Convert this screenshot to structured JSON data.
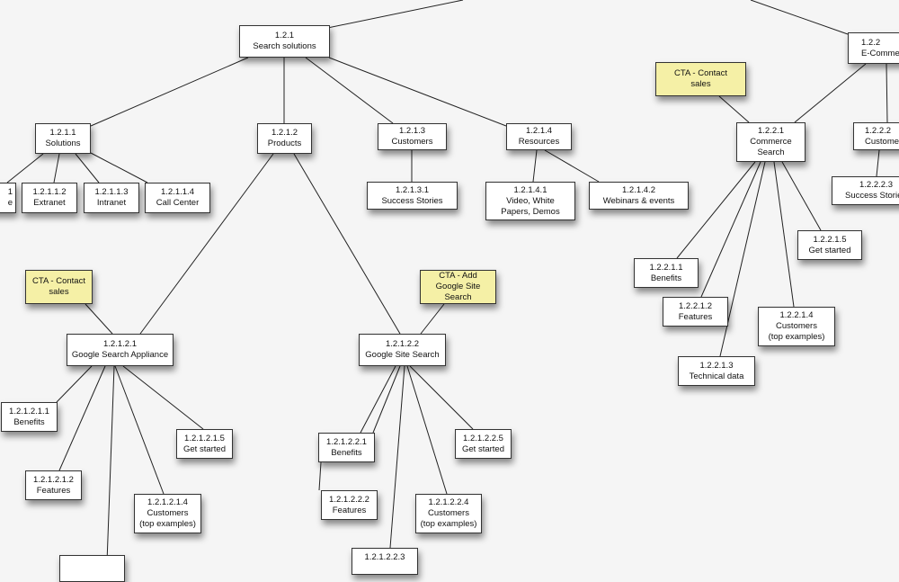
{
  "colors": {
    "background": "#f5f5f5",
    "node": "#ffffff",
    "cta": "#f5f0a6",
    "line": "#222222"
  },
  "nodes": {
    "n121": {
      "id": "1.2.1",
      "label": "Search solutions"
    },
    "n122": {
      "id": "1.2.2",
      "label": "E-Commerce"
    },
    "n1211": {
      "id": "1.2.1.1",
      "label": "Solutions"
    },
    "n12111": {
      "id": "1",
      "label": "e"
    },
    "n12112": {
      "id": "1.2.1.1.2",
      "label": "Extranet"
    },
    "n12113": {
      "id": "1.2.1.1.3",
      "label": "Intranet"
    },
    "n12114": {
      "id": "1.2.1.1.4",
      "label": "Call Center"
    },
    "n1212": {
      "id": "1.2.1.2",
      "label": "Products"
    },
    "n1213": {
      "id": "1.2.1.3",
      "label": "Customers"
    },
    "n12131": {
      "id": "1.2.1.3.1",
      "label": "Success Stories"
    },
    "n1214": {
      "id": "1.2.1.4",
      "label": "Resources"
    },
    "n12141": {
      "id": "1.2.1.4.1",
      "label": "Video, White",
      "label2": "Papers, Demos"
    },
    "n12142": {
      "id": "1.2.1.4.2",
      "label": "Webinars & events"
    },
    "cta_right": {
      "label": "CTA - Contact sales"
    },
    "n1221": {
      "id": "1.2.2.1",
      "label": "Commerce",
      "label2": "Search"
    },
    "n1222": {
      "id": "1.2.2.2",
      "label": "Customers"
    },
    "n12223": {
      "id": "1.2.2.2.3",
      "label": "Success Stories"
    },
    "n12211": {
      "id": "1.2.2.1.1",
      "label": "Benefits"
    },
    "n12212": {
      "id": "1.2.2.1.2",
      "label": "Features"
    },
    "n12213": {
      "id": "1.2.2.1.3",
      "label": "Technical data"
    },
    "n12214": {
      "id": "1.2.2.1.4",
      "label": "Customers",
      "label2": "(top examples)"
    },
    "n12215": {
      "id": "1.2.2.1.5",
      "label": "Get started"
    },
    "cta_left": {
      "label": "CTA - Contact sales"
    },
    "n12121": {
      "id": "1.2.1.2.1",
      "label": "Google Search Appliance"
    },
    "n121211": {
      "id": "1.2.1.2.1.1",
      "label": "Benefits"
    },
    "n121212": {
      "id": "1.2.1.2.1.2",
      "label": "Features"
    },
    "n121214": {
      "id": "1.2.1.2.1.4",
      "label": "Customers",
      "label2": "(top examples)"
    },
    "n121215": {
      "id": "1.2.1.2.1.5",
      "label": "Get started"
    },
    "cta_gss": {
      "label": "CTA - Add Google Site Search"
    },
    "n12122": {
      "id": "1.2.1.2.2",
      "label": "Google Site Search"
    },
    "n121221": {
      "id": "1.2.1.2.2.1",
      "label": "Benefits"
    },
    "n121222": {
      "id": "1.2.1.2.2.2",
      "label": "Features"
    },
    "n121223": {
      "id": "1.2.1.2.2.3"
    },
    "n121224": {
      "id": "1.2.1.2.2.4",
      "label": "Customers",
      "label2": "(top examples)"
    },
    "n121225": {
      "id": "1.2.1.2.2.5",
      "label": "Get started"
    }
  }
}
